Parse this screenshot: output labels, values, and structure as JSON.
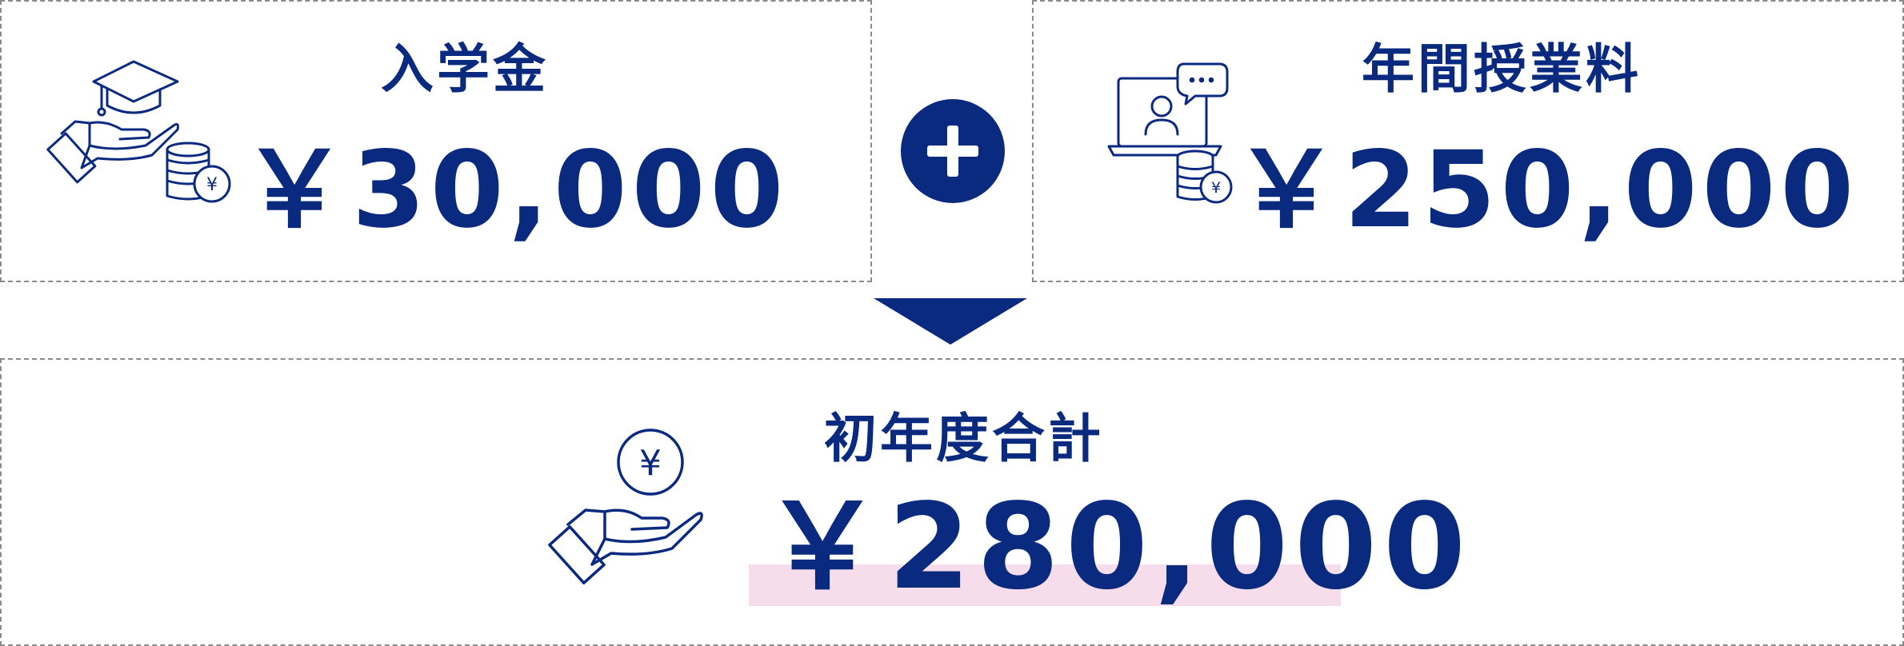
{
  "admission": {
    "label": "入学金",
    "amount": "￥30,000"
  },
  "tuition": {
    "label": "年間授業料",
    "amount": "￥250,000"
  },
  "total": {
    "label": "初年度合計",
    "amount": "￥280,000"
  },
  "icons": {
    "admission": "graduation-cap-hand-coins-icon",
    "tuition": "online-lesson-laptop-coins-icon",
    "total": "yen-coin-hand-icon",
    "operator": "plus-icon",
    "result": "arrow-down-icon"
  },
  "colors": {
    "primary": "#0a2a80",
    "highlight": "#f7dceb",
    "border": "#8a8a8a"
  }
}
